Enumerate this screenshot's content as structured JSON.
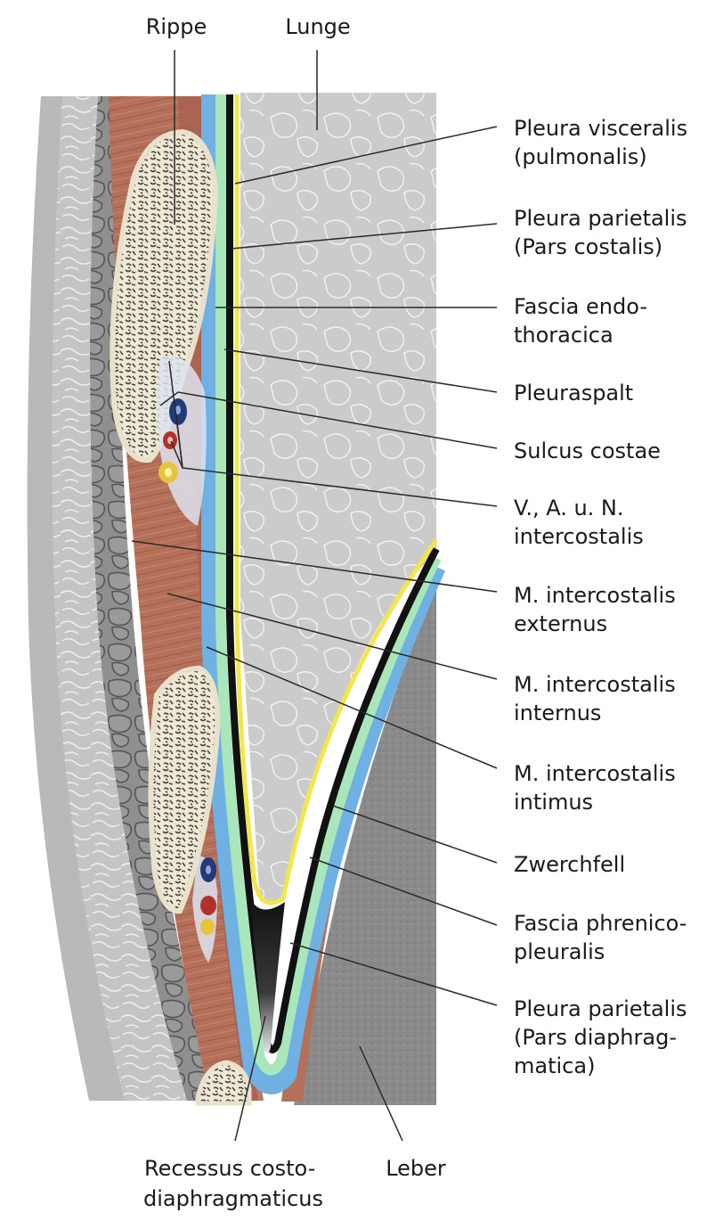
{
  "labels": {
    "rippe": "Rippe",
    "lunge": "Lunge",
    "pleura_visceralis": [
      "Pleura visceralis",
      "(pulmonalis)"
    ],
    "pleura_parietalis_costalis": [
      "Pleura parietalis",
      "(Pars costalis)"
    ],
    "fascia_endothoracica": [
      "Fascia endo-",
      "thoracica"
    ],
    "pleuraspalt": "Pleuraspalt",
    "sulcus_costae": "Sulcus costae",
    "vasa_intercostalia": [
      "V., A. u. N.",
      "intercostalis"
    ],
    "m_intercostalis_externus": [
      "M. intercostalis",
      "externus"
    ],
    "m_intercostalis_internus": [
      "M. intercostalis",
      "internus"
    ],
    "m_intercostalis_intimus": [
      "M. intercostalis",
      "intimus"
    ],
    "zwerchfell": "Zwerchfell",
    "fascia_phrenicopleuralis": [
      "Fascia phrenico-",
      "pleuralis"
    ],
    "pleura_parietalis_diaphragmatica": [
      "Pleura parietalis",
      "(Pars diaphrag-",
      "matica)"
    ],
    "recessus": [
      "Recessus costo-",
      "diaphragmaticus"
    ],
    "leber": "Leber"
  },
  "colors": {
    "muscle": "#b5705a",
    "bone": "#eee8d6",
    "bone_pattern": "#4d4538",
    "lung": "#c9c9c9",
    "liver": "#8f8f8f",
    "pleura_visceral": "#f2e64a",
    "fascia": "#a9e6ba",
    "pleura_parietal": "#6fb1e2",
    "pleural_space": "#111111",
    "vein": "#233a78",
    "artery": "#b0322a",
    "nerve": "#e8c43c",
    "subcutis": "#c7c7c7",
    "leader": "#2a2a2a"
  }
}
